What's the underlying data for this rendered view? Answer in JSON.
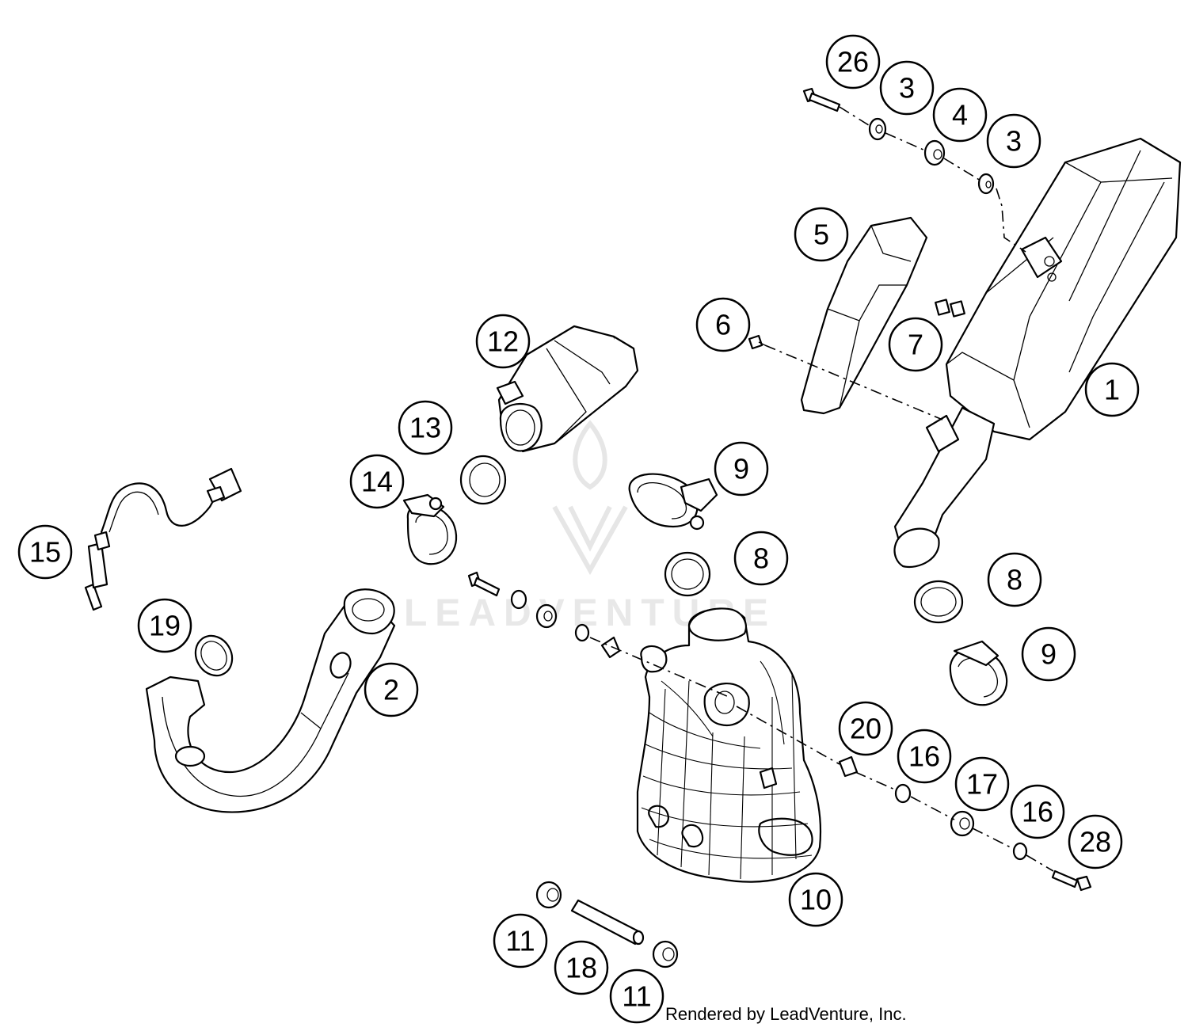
{
  "watermark": {
    "text": "LEADVENTURE"
  },
  "credit": "Rendered by LeadVenture, Inc.",
  "callouts": [
    "26",
    "3",
    "4",
    "3",
    "5",
    "6",
    "7",
    "1",
    "12",
    "13",
    "14",
    "9",
    "15",
    "8",
    "8",
    "19",
    "2",
    "9",
    "20",
    "16",
    "17",
    "16",
    "28",
    "10",
    "11",
    "18",
    "11"
  ]
}
